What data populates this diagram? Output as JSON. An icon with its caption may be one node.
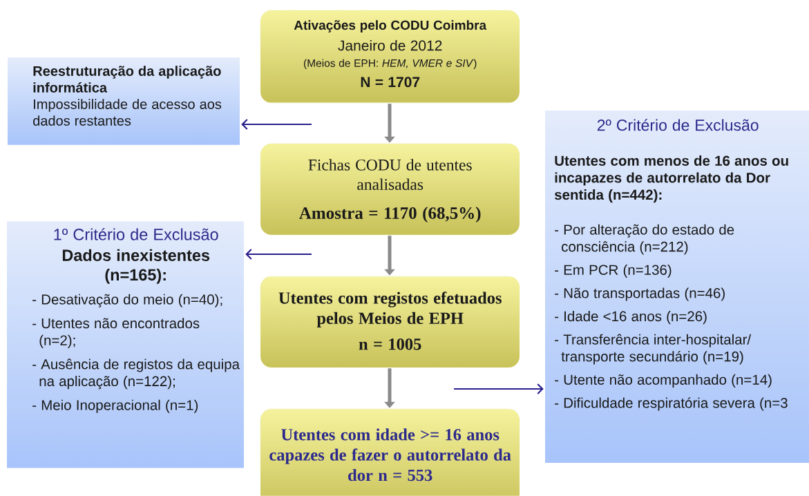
{
  "diagram": {
    "nodes": [
      {
        "text": [
          "Ativações pelo CODU Coimbra",
          "Janeiro de 2012",
          "(Meios de EPH: *HEM, VMER e SIV*)",
          "N = 1707"
        ]
      },
      {
        "text": [
          "Reestruturação da aplicação informática",
          "Impossibilidade de acesso aos dados restantes"
        ]
      },
      {
        "text": [
          "Fichas CODU de utentes analisadas",
          "Amostra = 1170 (68,5%)"
        ]
      },
      {
        "text": [
          "1º Critério de Exclusão",
          "Dados inexistentes (n=165):",
          "- Desativação do meio (n=40);",
          "- Utentes não encontrados (n=2);",
          "- Ausência de registos da equipa na aplicação (n=122);",
          "- Meio Inoperacional (n=1)"
        ]
      },
      {
        "text": [
          "Utentes com registos efetuados pelos Meios de EPH",
          "n = 1005"
        ]
      },
      {
        "text": [
          "Utentes com idade >= 16 anos capazes de fazer o autorrelato da dor n = 553"
        ]
      },
      {
        "text": [
          "2º Critério de Exclusão",
          "Utentes com menos de 16 anos ou incapazes de autorrelato da Dor sentida (n=442):",
          "- Por alteração do estado de consciência (n=212)",
          "- Em PCR (n=136)",
          "- Não transportadas (n=46)",
          "- Idade <16 anos (n=26)",
          "- Transferência inter-hospitalar/ transporte secundário (n=19)",
          "- Utente não acompanhado (n=14)",
          "- Dificuldade respiratória severa (n=3"
        ]
      }
    ],
    "edges": [
      {
        "from": null,
        "to": 1,
        "arrow": "to",
        "color": "#2a1f8c"
      },
      {
        "from": 0,
        "to": 2,
        "arrow": "to",
        "style": "thick",
        "color": "#8a8a8a"
      },
      {
        "from": null,
        "to": 3,
        "arrow": "to",
        "color": "#2a1f8c"
      },
      {
        "from": 2,
        "to": 4,
        "arrow": "to",
        "style": "thick",
        "color": "#8a8a8a"
      },
      {
        "from": 4,
        "to": 5,
        "arrow": "to",
        "style": "thick",
        "color": "#8a8a8a"
      },
      {
        "from": null,
        "to": 6,
        "arrow": "to",
        "color": "#2a1f8c"
      }
    ]
  }
}
